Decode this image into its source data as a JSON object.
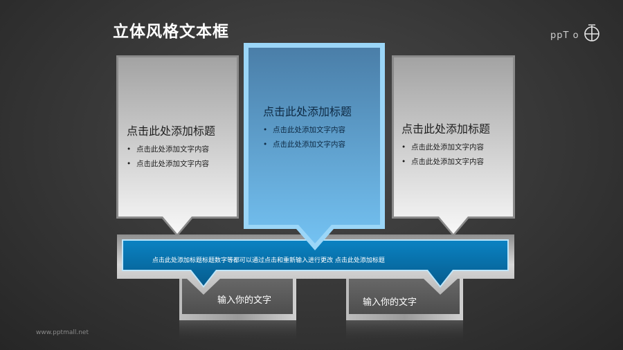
{
  "slide": {
    "title": "立体风格文本框",
    "logo_text": "PPT",
    "footer_url": "www.pptmall.net"
  },
  "cards": [
    {
      "title": "点击此处添加标题",
      "bullets": [
        "点击此处添加文字内容",
        "点击此处添加文字内容"
      ],
      "style": "gray"
    },
    {
      "title": "点击此处添加标题",
      "bullets": [
        "点击此处添加文字内容",
        "点击此处添加文字内容"
      ],
      "style": "blue"
    },
    {
      "title": "点击此处添加标题",
      "bullets": [
        "点击此处添加文字内容",
        "点击此处添加文字内容"
      ],
      "style": "gray"
    }
  ],
  "banner": {
    "text": "点击此处添加标题标题数字等都可以通过点击和重新输入进行更改  点击此处添加标题"
  },
  "sub_boxes": [
    {
      "text": "输入你的文字"
    },
    {
      "text": "输入你的文字"
    }
  ],
  "colors": {
    "background": "#3a3a3a",
    "blue_accent": "#0a78b4",
    "light_blue": "#8fd0f6",
    "gray_card_top": "#a5a5a5",
    "gray_card_bottom": "#f7f7f7"
  }
}
